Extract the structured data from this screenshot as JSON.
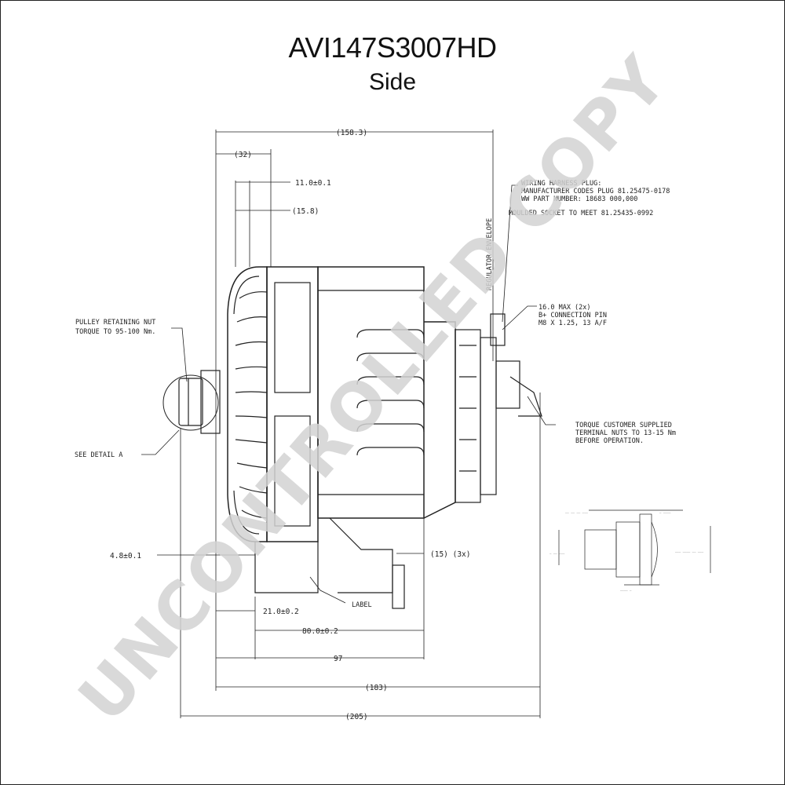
{
  "title": "AVI147S3007HD",
  "subtitle": "Side",
  "dimensions": {
    "d158": "(158.3)",
    "d32": "(32)",
    "d11": "11.0±0.1",
    "d15_8": "(15.8)",
    "d4_8": "4.8±0.1",
    "d15_3x": "(15)  (3x)",
    "d21": "21.0±0.2",
    "d80": "80.0±0.2",
    "d97": "97",
    "d183": "(183)",
    "d205": "(205)",
    "d16max": "16.0 MAX (2x)"
  },
  "notes": {
    "pulley_1": "PULLEY RETAINING NUT",
    "pulley_2": "TORQUE TO 95-100 Nm.",
    "see_detail": "SEE DETAIL  A",
    "label": "LABEL",
    "regulator": "REGULATOR ENVELOPE",
    "harness_1": "WIRING HARNESS PLUG:",
    "harness_2": "MANUFACTURER CODES PLUG  81.25475-0178",
    "harness_3": "WW PART NUMBER:  18683 000,000",
    "harness_4": "MOULDED SOCKET TO MEET 81.25435-0992",
    "bplus_2": "B+ CONNECTION PIN",
    "bplus_3": "M8 X 1.25, 13 A/F",
    "torque_1": "TORQUE CUSTOMER SUPPLIED",
    "torque_2": "TERMINAL NUTS TO 13-15 Nm",
    "torque_3": "BEFORE OPERATION."
  },
  "watermark": "UNCONTROLLED COPY",
  "colors": {
    "ink": "#222222",
    "watermark": "#d2d2d2"
  }
}
